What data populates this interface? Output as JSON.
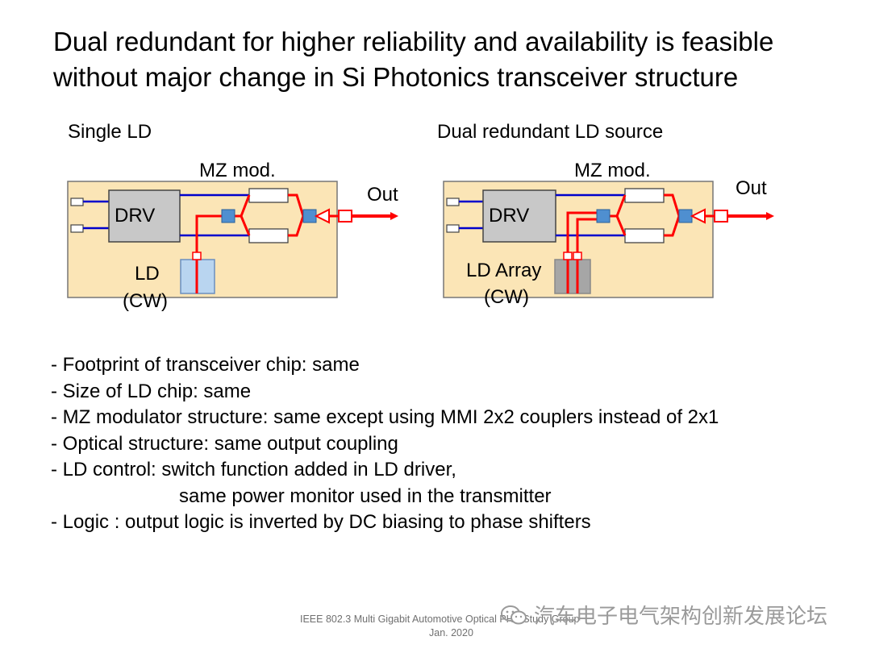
{
  "title": {
    "line1": "Dual redundant for higher reliability and availability is feasible",
    "line2": "without major change in Si Photonics transceiver structure"
  },
  "diagrams": {
    "left": {
      "heading": "Single LD",
      "mz_label": "MZ mod.",
      "drv_label": "DRV",
      "out_label": "Out",
      "ld_label_1": "LD",
      "ld_label_2": "(CW)"
    },
    "right": {
      "heading": "Dual redundant LD source",
      "mz_label": "MZ mod.",
      "drv_label": "DRV",
      "out_label": "Out",
      "ld_label_1": "LD Array",
      "ld_label_2": "(CW)"
    },
    "colors": {
      "chip_fill": "#fbe5b6",
      "drv_fill": "#c8c8c8",
      "coupler": "#4f8fd0",
      "waveguide_red": "#ff0000",
      "wire_blue": "#0000cc",
      "ld_fill": "#b9d5f0",
      "ld_array_fill": "#a6a6a6"
    }
  },
  "bullets": [
    "- Footprint of transceiver chip: same",
    "- Size of LD chip: same",
    "- MZ modulator structure: same except using MMI 2x2 couplers instead of 2x1",
    "- Optical structure: same output coupling",
    "- LD control: switch function added in LD driver,",
    "same power monitor used in the transmitter",
    "- Logic : output logic is inverted by DC biasing to phase shifters"
  ],
  "footer": {
    "line1": "IEEE 802.3 Multi Gigabit Automotive Optical PHY Study Group",
    "line2": "Jan. 2020"
  },
  "watermark": "汽车电子电气架构创新发展论坛"
}
